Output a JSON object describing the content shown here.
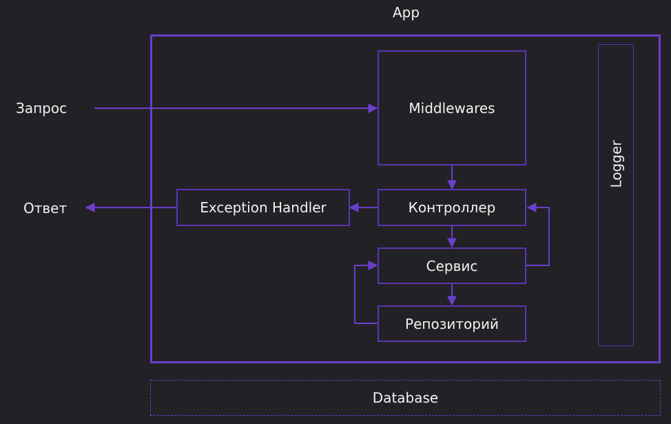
{
  "title": "App",
  "request_label": "Запрос",
  "response_label": "Ответ",
  "nodes": {
    "middlewares": "Middlewares",
    "exception_handler": "Exception Handler",
    "controller": "Контроллер",
    "service": "Сервис",
    "repository": "Репозиторий",
    "logger": "Logger",
    "database": "Database"
  },
  "colors": {
    "background": "#222125",
    "accent": "#6a3fcb",
    "text": "#f2f2f2"
  }
}
